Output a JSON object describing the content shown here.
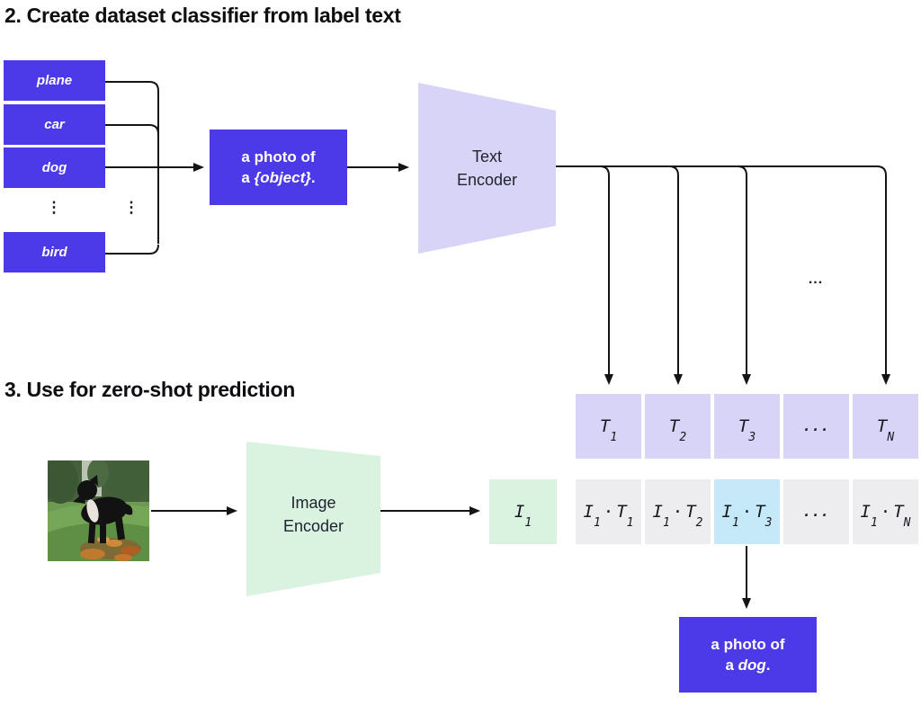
{
  "titles": {
    "section2": "2. Create dataset classifier from label text",
    "section3": "3. Use for zero-shot prediction"
  },
  "class_labels": [
    "plane",
    "car",
    "dog",
    "bird"
  ],
  "vertical_ellipsis": "⋮",
  "horizontal_ellipsis": "...",
  "prompt_box": {
    "line1": "a photo of",
    "line2_prefix": "a ",
    "line2_object": "{object}",
    "line2_suffix": "."
  },
  "text_encoder": {
    "line1": "Text",
    "line2": "Encoder"
  },
  "image_encoder": {
    "line1": "Image",
    "line2": "Encoder"
  },
  "image_embedding": {
    "base": "I",
    "sub": "1"
  },
  "t_cells": [
    {
      "base": "T",
      "sub": "1"
    },
    {
      "base": "T",
      "sub": "2"
    },
    {
      "base": "T",
      "sub": "3"
    },
    {
      "dots": "..."
    },
    {
      "base": "T",
      "sub": "N"
    }
  ],
  "it_cells": [
    {
      "i": "I",
      "i_sub": "1",
      "dot": "·",
      "t": "T",
      "t_sub": "1"
    },
    {
      "i": "I",
      "i_sub": "1",
      "dot": "·",
      "t": "T",
      "t_sub": "2"
    },
    {
      "i": "I",
      "i_sub": "1",
      "dot": "·",
      "t": "T",
      "t_sub": "3"
    },
    {
      "dots": "..."
    },
    {
      "i": "I",
      "i_sub": "1",
      "dot": "·",
      "t": "T",
      "t_sub": "N"
    }
  ],
  "result_box": {
    "line1": "a photo of",
    "line2_prefix": "a ",
    "line2_object": "dog",
    "line2_suffix": "."
  },
  "colors": {
    "accent_purple": "#4c3ae8",
    "lavender": "#d8d4f8",
    "light_green": "#daf3e0",
    "cell_gray": "#ededef",
    "highlight_blue": "#c5e9f8",
    "line": "#141414"
  }
}
